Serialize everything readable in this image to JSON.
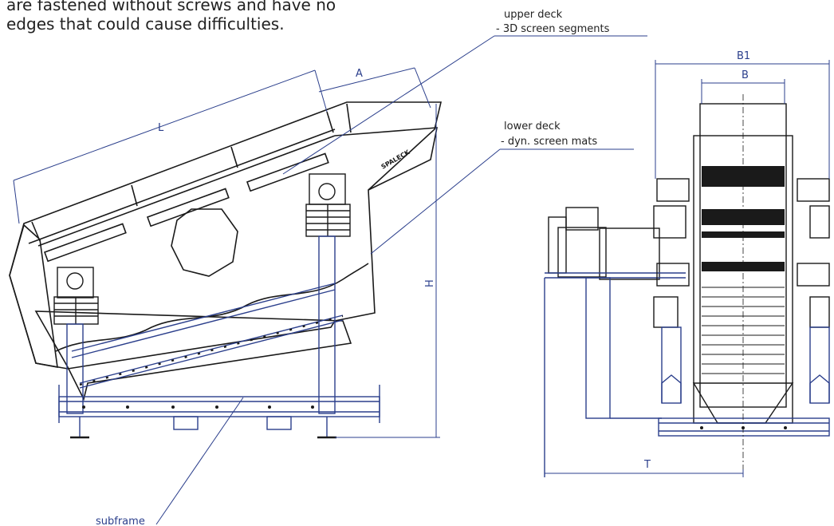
{
  "intro_text": {
    "line1": "are fastened without screws and have no",
    "line2": "edges that could cause difficulties."
  },
  "callouts": {
    "upper_deck_title": "upper deck",
    "upper_deck_detail": "- 3D screen segments",
    "lower_deck_title": "lower deck",
    "lower_deck_detail": "- dyn. screen mats",
    "subframe": "subframe"
  },
  "dimensions": {
    "L": "L",
    "A": "A",
    "H": "H",
    "B1": "B1",
    "B": "B",
    "T": "T"
  },
  "brand_mark": "SPALECK",
  "colors": {
    "drawing": "#1a1a1a",
    "dimension": "#2b3f8c",
    "callout_text": "#222222",
    "dimension_text": "#2b3f8c"
  }
}
